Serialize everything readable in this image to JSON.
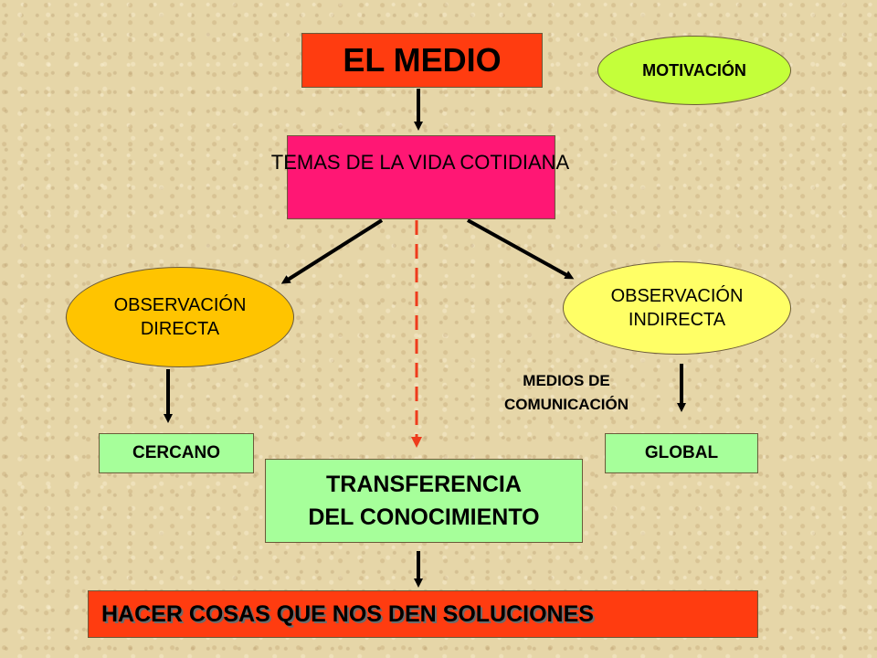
{
  "nodes": {
    "el_medio": "EL MEDIO",
    "motivacion": "MOTIVACIÓN",
    "temas": "TEMAS DE LA VIDA COTIDIANA",
    "obs_directa_line1": "OBSERVACIÓN",
    "obs_directa_line2": "DIRECTA",
    "obs_indirecta_line1": "OBSERVACIÓN",
    "obs_indirecta_line2": "INDIRECTA",
    "medios_line1": "MEDIOS DE",
    "medios_line2": "COMUNICACIÓN",
    "cercano": "CERCANO",
    "global": "GLOBAL",
    "transferencia_line1": "TRANSFERENCIA",
    "transferencia_line2": "DEL CONOCIMIENTO",
    "hacer": "HACER COSAS QUE NOS DEN SOLUCIONES"
  },
  "colors": {
    "background": "#e6d6a8",
    "el_medio": "#ff3c10",
    "motivacion": "#c4ff3a",
    "temas": "#ff1774",
    "obs_directa": "#ffc400",
    "obs_indirecta": "#ffff66",
    "green_boxes": "#a6ff9a",
    "hacer": "#ff3c10",
    "dashed_arrow": "#ee3b1c",
    "arrows": "#000000"
  },
  "edges": [
    {
      "from": "el_medio",
      "to": "temas",
      "style": "solid"
    },
    {
      "from": "temas",
      "to": "obs_directa",
      "style": "solid"
    },
    {
      "from": "temas",
      "to": "obs_indirecta",
      "style": "solid"
    },
    {
      "from": "temas",
      "to": "transferencia",
      "style": "dashed"
    },
    {
      "from": "obs_directa",
      "to": "cercano",
      "style": "solid"
    },
    {
      "from": "obs_indirecta",
      "to": "global",
      "style": "solid"
    },
    {
      "from": "transferencia",
      "to": "hacer",
      "style": "solid"
    }
  ]
}
